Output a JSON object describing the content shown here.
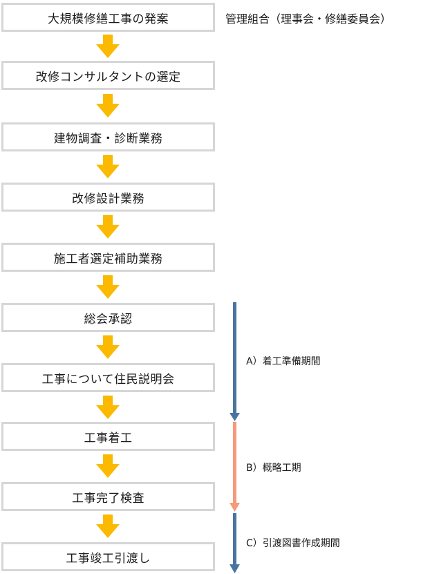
{
  "steps": [
    {
      "label": "大規模修繕工事の発案"
    },
    {
      "label": "改修コンサルタントの選定"
    },
    {
      "label": "建物調査・診断業務"
    },
    {
      "label": "改修設計業務"
    },
    {
      "label": "施工者選定補助業務"
    },
    {
      "label": "総会承認"
    },
    {
      "label": "工事について住民説明会"
    },
    {
      "label": "工事着工"
    },
    {
      "label": "工事完了検査"
    },
    {
      "label": "工事竣工引渡し"
    }
  ],
  "responsible_party": "管理組合（理事会・修繕委員会）",
  "phases": [
    {
      "label": "A）着工準備期間",
      "color": "#4a74a0"
    },
    {
      "label": "B）概略工期",
      "color": "#f59a7a"
    },
    {
      "label": "C）引渡図書作成期間",
      "color": "#4a74a0"
    }
  ],
  "colors": {
    "step_border": "#d6d6d6",
    "flow_arrow": "#fbb900"
  }
}
